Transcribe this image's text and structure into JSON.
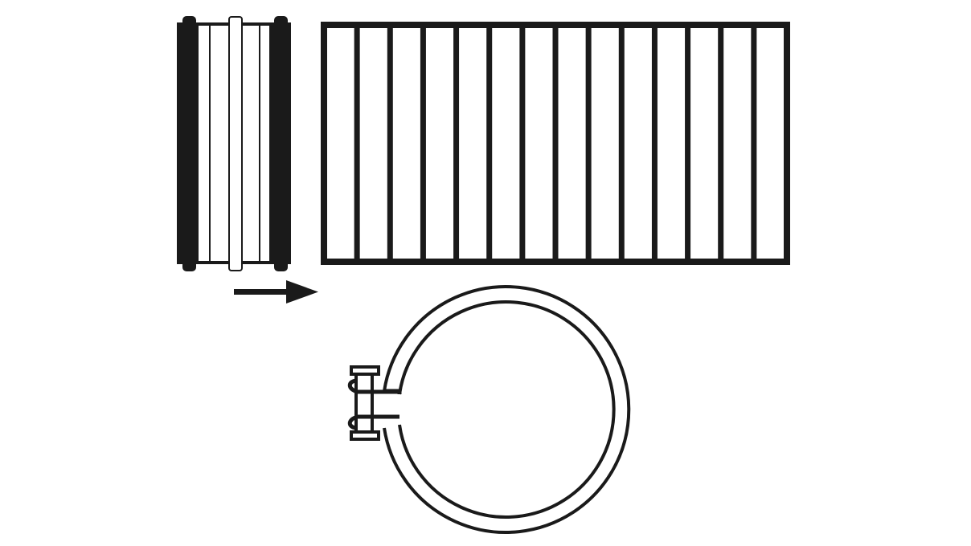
{
  "diagram": {
    "ink_color": "#1a1a1a",
    "background_color": "#ffffff",
    "components": [
      "coupling-sleeve",
      "corrugated-duct",
      "direction-arrow",
      "hose-clamp"
    ],
    "duct_segments": 14
  }
}
